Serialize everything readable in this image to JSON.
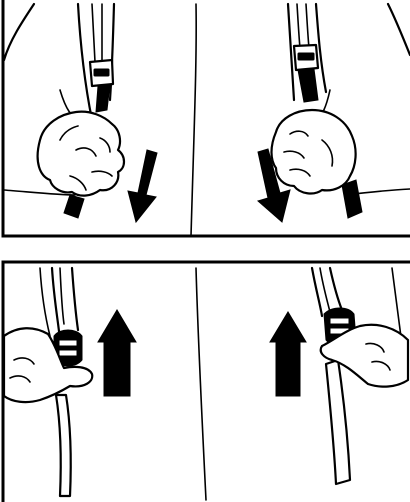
{
  "illustration": {
    "panels": [
      {
        "step": "tighten-shoulder-straps",
        "arrow_direction": "down",
        "arrow_color": "#000000"
      },
      {
        "step": "loosen-shoulder-straps",
        "arrow_direction": "up",
        "arrow_color": "#000000"
      }
    ],
    "line_color": "#000000",
    "background_color": "#ffffff"
  }
}
